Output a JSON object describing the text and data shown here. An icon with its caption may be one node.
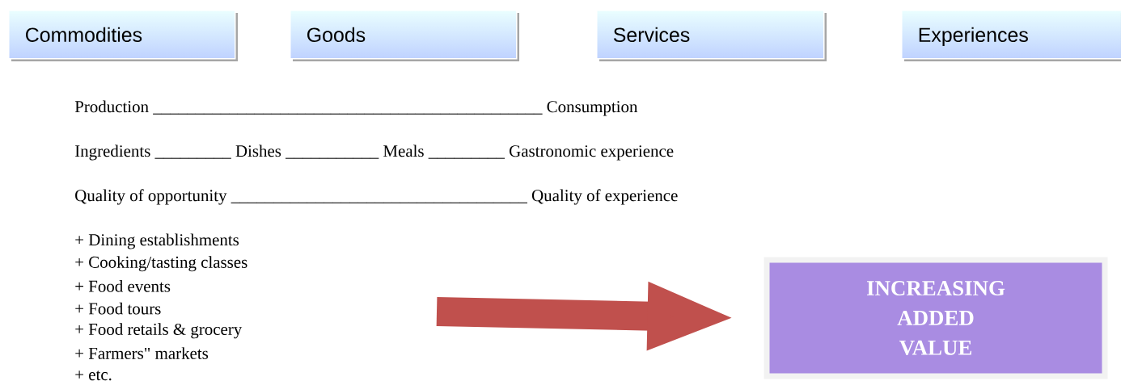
{
  "diagram": {
    "nodes": [
      {
        "text": [
          "Commodities"
        ]
      },
      {
        "text": [
          "Goods"
        ]
      },
      {
        "text": [
          "Services"
        ]
      },
      {
        "text": [
          "Experiences"
        ]
      },
      {
        "text": [
          "INCREASING ADDED VALUE"
        ]
      }
    ],
    "edges": [
      {
        "from": null,
        "to": 4,
        "arrow": "to"
      }
    ],
    "labels": [
      "Production ______________________________________________ Consumption",
      "Ingredients _________ Dishes ___________ Meals _________ Gastronomic experience",
      "Quality of opportunity ___________________________________ Quality of experience",
      "+ Dining establishments",
      "+ Cooking/tasting classes",
      "+ Food events",
      "+ Food tours",
      "+ Food retails & grocery",
      "+ Farmers\" markets",
      "+ etc."
    ]
  }
}
